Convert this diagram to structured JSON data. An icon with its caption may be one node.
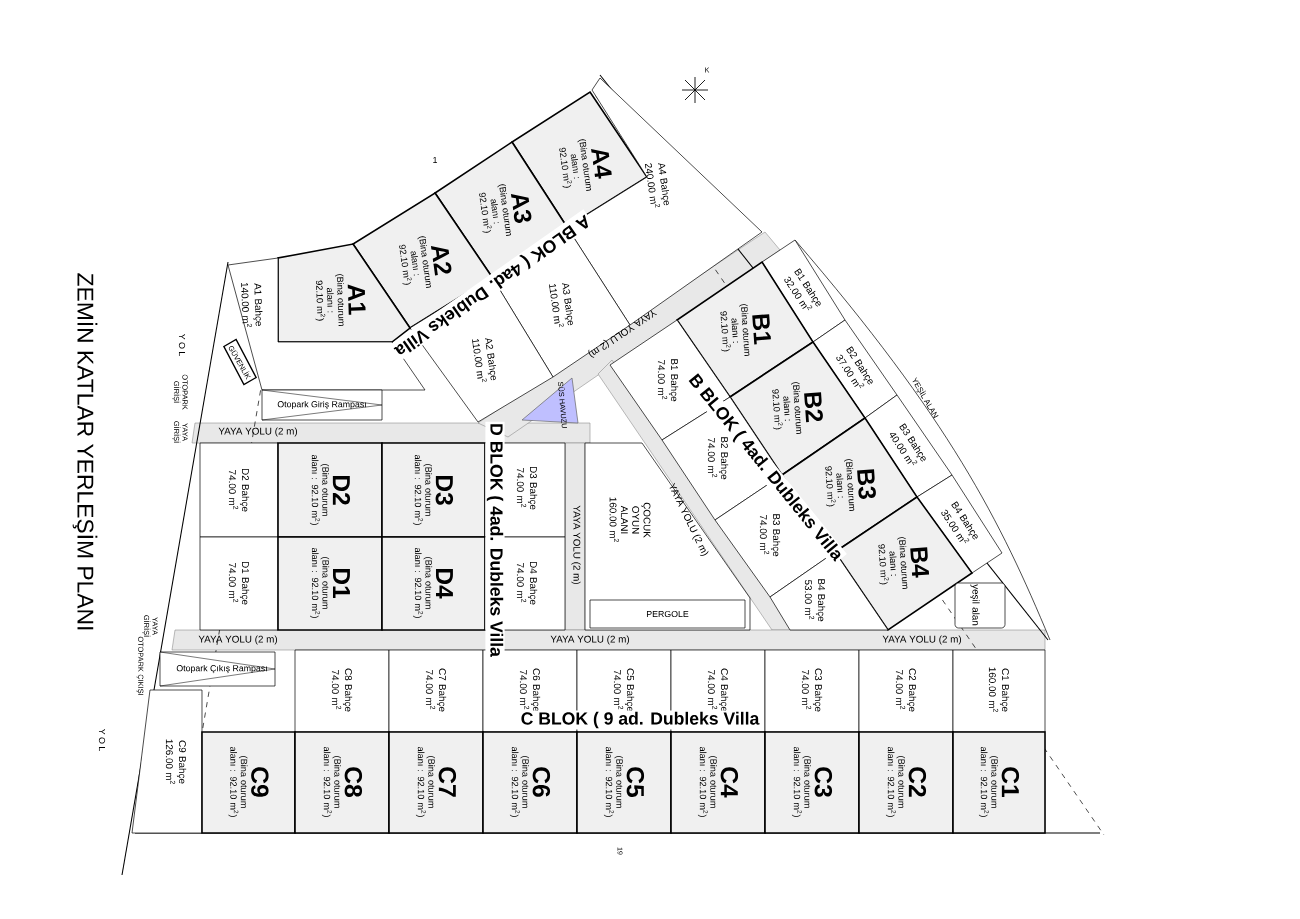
{
  "diagram": {
    "title": "ZEMİN KATLAR YERLEŞİM PLANI",
    "nodes": [
      {
        "text": [
          "A4",
          "(Bina oturum alanı : 92.10 m$^{2}$)"
        ]
      },
      {
        "text": [
          "A4 Bahçe 240.00 m$^{2}$"
        ]
      },
      {
        "text": [
          "A3",
          "(Bina oturum alanı : 92.10 m$^{2}$)"
        ]
      },
      {
        "text": [
          "A3 Bahçe 110.00 m$^{2}$"
        ]
      },
      {
        "text": [
          "A2",
          "(Bina oturum alanı : 92.10 m$^{2}$)"
        ]
      },
      {
        "text": [
          "A2 Bahçe 110.00 m$^{2}$"
        ]
      },
      {
        "text": [
          "A1",
          "(Bina oturum alanı : 92.10 m$^{2}$)"
        ]
      },
      {
        "text": [
          "A1 Bahçe 140.00 m$^{2}$"
        ]
      },
      {
        "text": [
          "GÜVENLİK"
        ]
      },
      {
        "text": [
          "Otopark Giriş Rampası"
        ]
      },
      {
        "text": [
          "SÜS HAVUZU"
        ]
      },
      {
        "text": [
          "B1 Bahçe 32.00 m$^{2}$"
        ]
      },
      {
        "text": [
          "B1",
          "(Bina oturum alanı : 92.10 m$^{2}$)"
        ]
      },
      {
        "text": [
          "B1 Bahçe 74.00 m$^{2}$"
        ]
      },
      {
        "text": [
          "B2 Bahçe 37.00 m$^{2}$"
        ]
      },
      {
        "text": [
          "B2",
          "(Bina oturum alanı : 92.10 m$^{2}$)"
        ]
      },
      {
        "text": [
          "B2 Bahçe 74.00 m$^{2}$"
        ]
      },
      {
        "text": [
          "B3 Bahçe 40.00 m$^{2}$"
        ]
      },
      {
        "text": [
          "B3",
          "(Bina oturum alanı : 92.10 m$^{2}$)"
        ]
      },
      {
        "text": [
          "B3 Bahçe 74.00 m$^{2}$"
        ]
      },
      {
        "text": [
          "B4 Bahçe 35.00 m$^{2}$"
        ]
      },
      {
        "text": [
          "B4",
          "(Bina oturum alanı : 92.10 m$^{2}$)"
        ]
      },
      {
        "text": [
          "B4 Bahçe 53.00 m$^{2}$"
        ]
      },
      {
        "text": [
          "D2 Bahçe 74.00 m$^{2}$"
        ]
      },
      {
        "text": [
          "D2",
          "(Bina oturum alanı : 92.10 m$^{2}$)"
        ]
      },
      {
        "text": [
          "D3",
          "(Bina oturum alanı : 92.10 m$^{2}$)"
        ]
      },
      {
        "text": [
          "D3 Bahçe 74.00 m$^{2}$"
        ]
      },
      {
        "text": [
          "D1 Bahçe 74.00 m$^{2}$"
        ]
      },
      {
        "text": [
          "D1",
          "(Bina oturum alanı : 92.10 m$^{2}$)"
        ]
      },
      {
        "text": [
          "D4",
          "(Bina oturum alanı : 92.10 m$^{2}$)"
        ]
      },
      {
        "text": [
          "D4 Bahçe 74.00 m$^{2}$"
        ]
      },
      {
        "text": [
          "ÇOCUK OYUN ALANI 160.00 m$^{2}$"
        ]
      },
      {
        "text": [
          "PERGOLE"
        ],
        "in": 31
      },
      {
        "text": [
          "yeşil alan"
        ]
      },
      {
        "text": [
          "Otopark Çıkış Rampası"
        ]
      },
      {
        "text": [
          "C8 Bahçe 74.00 m$^{2}$"
        ]
      },
      {
        "text": [
          "C7 Bahçe 74.00 m$^{2}$"
        ]
      },
      {
        "text": [
          "C6 Bahçe 74.00 m$^{2}$"
        ]
      },
      {
        "text": [
          "C5 Bahçe 74.00 m$^{2}$"
        ]
      },
      {
        "text": [
          "C4 Bahçe 74.00 m$^{2}$"
        ]
      },
      {
        "text": [
          "C3 Bahçe 74.00 m$^{2}$"
        ]
      },
      {
        "text": [
          "C2 Bahçe 74.00 m$^{2}$"
        ]
      },
      {
        "text": [
          "C1 Bahçe 160.00 m$^{2}$"
        ]
      },
      {
        "text": [
          "C9 Bahçe 126.00 m$^{2}$"
        ]
      },
      {
        "text": [
          "C9",
          "(Bina oturum alanı : 92.10 m$^{2}$)"
        ]
      },
      {
        "text": [
          "C8",
          "(Bina oturum alanı : 92.10 m$^{2}$)"
        ]
      },
      {
        "text": [
          "C7",
          "(Bina oturum alanı : 92.10 m$^{2}$)"
        ]
      },
      {
        "text": [
          "C6",
          "(Bina oturum alanı : 92.10 m$^{2}$)"
        ]
      },
      {
        "text": [
          "C5",
          "(Bina oturum alanı : 92.10 m$^{2}$)"
        ]
      },
      {
        "text": [
          "C4",
          "(Bina oturum alanı : 92.10 m$^{2}$)"
        ]
      },
      {
        "text": [
          "C3",
          "(Bina oturum alanı : 92.10 m$^{2}$)"
        ]
      },
      {
        "text": [
          "C2",
          "(Bina oturum alanı : 92.10 m$^{2}$)"
        ]
      },
      {
        "text": [
          "C1",
          "(Bina oturum alanı : 92.10 m$^{2}$)"
        ]
      }
    ],
    "labels": [
      "K",
      "1",
      "A BLOK ( 4ad. Dubleks Villa",
      "YAYA YOLU (2 m)",
      "B BLOK ( 4ad. Dubleks Villa",
      "YEŞİL ALAN",
      "Y O L",
      "OTOPARK GİRİŞİ",
      "YAYA GİRİŞİ",
      "YAYA YOLU (2 m)",
      "D BLOK ( 4ad. Dubleks Villa",
      "YAYA YOLU (2 m)",
      "YAYA YOLU (2 m)",
      "YAYA GİRİŞİ",
      "YAYA YOLU (2 m)",
      "YAYA YOLU (2 m)",
      "YAYA YOLU (2 m)",
      "OTOPARK ÇIKIŞI",
      "C BLOK ( 9 ad. Dubleks Villa",
      "Y O L",
      "19"
    ]
  }
}
